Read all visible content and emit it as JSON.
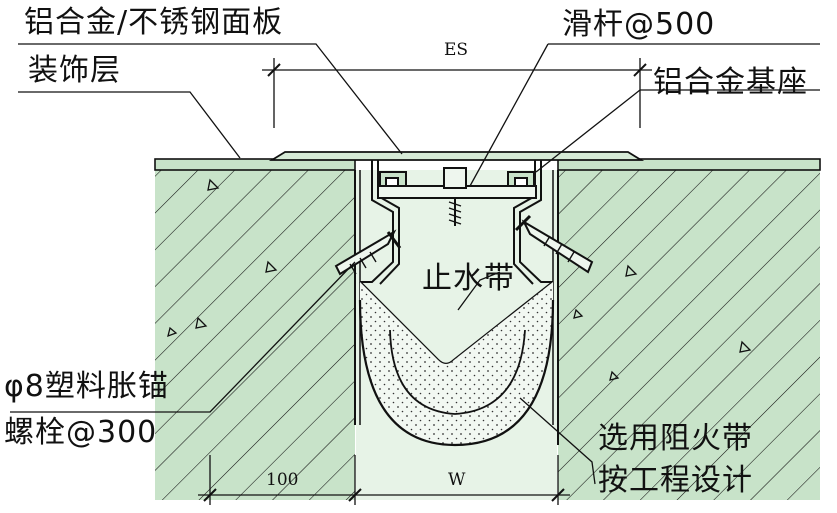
{
  "labels": {
    "panel": "铝合金/不锈钢面板",
    "decor_layer": "装饰层",
    "slide_bar": "滑杆@500",
    "base": "铝合金基座",
    "waterstop": "止水带",
    "anchor_line1": "φ8塑料胀锚",
    "anchor_line2": "螺栓@300",
    "firestop_line1": "选用阻火带",
    "firestop_line2": "按工程设计"
  },
  "dimensions": {
    "es": "ES",
    "left_width": "100",
    "w": "W"
  },
  "colors": {
    "line": "#111111",
    "fill_green": "#c8e3c9",
    "fill_gap": "#e7f3e7",
    "firestop_fill": "#f2f8f2"
  }
}
